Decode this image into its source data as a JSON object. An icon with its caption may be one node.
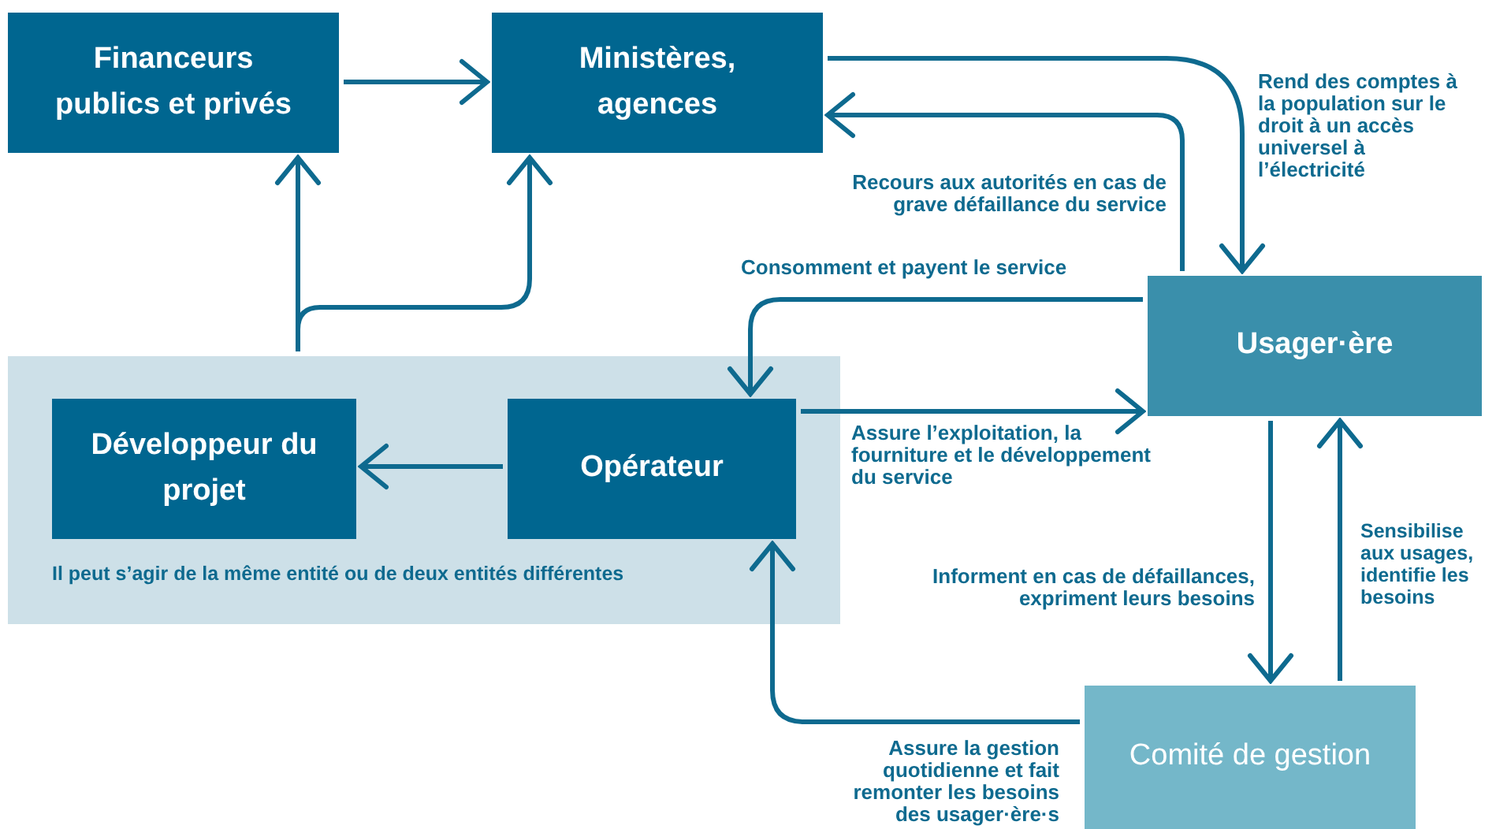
{
  "diagram": {
    "nodes": [
      {
        "text": [
          "Financeurs publics et privés"
        ]
      },
      {
        "text": [
          "Ministères, agences"
        ]
      },
      {
        "text": [
          "Usager·ère"
        ]
      },
      {
        "text": [
          "Il peut s’agir de la même entité ou de deux entités différentes"
        ]
      },
      {
        "text": [
          "Développeur du projet"
        ],
        "in": 3
      },
      {
        "text": [
          "Opérateur"
        ],
        "in": 3
      },
      {
        "text": [
          "Comité de gestion"
        ]
      }
    ],
    "edges": [
      {
        "from": 0,
        "to": 1,
        "arrow": "to"
      },
      {
        "from": 1,
        "to": 2,
        "arrow": "to",
        "label": "Rend des comptes à la population sur le droit à un accès universel à l’électricité"
      },
      {
        "from": 2,
        "to": 1,
        "arrow": "to",
        "label": "Recours aux autorités en cas de grave défaillance du service"
      },
      {
        "from": 2,
        "to": 5,
        "arrow": "to",
        "label": "Consomment et payent le service"
      },
      {
        "from": 5,
        "to": 2,
        "arrow": "to",
        "label": "Assure l’exploitation, la fourniture et le développement du service"
      },
      {
        "from": 5,
        "to": 4,
        "arrow": "to"
      },
      {
        "from": 3,
        "to": 0,
        "arrow": "to"
      },
      {
        "from": 3,
        "to": 1,
        "arrow": "to"
      },
      {
        "from": 2,
        "to": 6,
        "arrow": "to",
        "label": "Informent en cas de défaillances, expriment leurs besoins"
      },
      {
        "from": 6,
        "to": 2,
        "arrow": "to",
        "label": "Sensibilise aux usages, identifie les besoins"
      },
      {
        "from": 6,
        "to": 5,
        "arrow": "to",
        "label": "Assure la gestion quotidienne et fait remonter les besoins des usager·ère·s"
      }
    ]
  }
}
